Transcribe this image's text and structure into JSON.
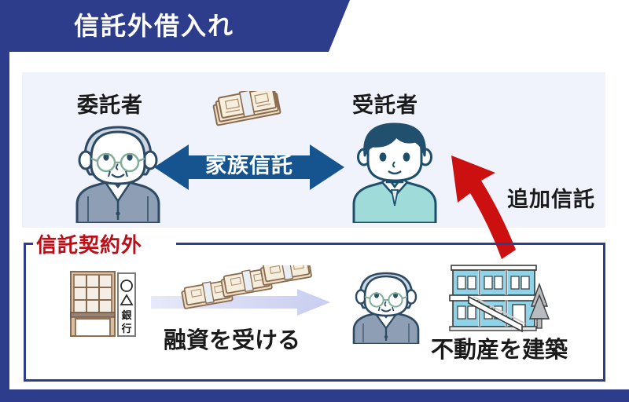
{
  "title_banner": {
    "text": "信託外借入れ",
    "bg_color": "#2e3d8b",
    "text_color": "#ffffff"
  },
  "colors": {
    "navy": "#2e3d8b",
    "panel_lavender": "#f0f2fc",
    "arrow_blue": "#15548f",
    "arrow_red": "#cc1010",
    "label_red": "#b90f18",
    "money_tan": "#e8dcc4",
    "building_cyan": "#8fd3e8"
  },
  "upper_section": {
    "settlor_label": "委託者",
    "trustee_label": "受託者",
    "trust_arrow_label": "家族信託",
    "additional_trust_label": "追加信託",
    "settlor_icon": "elderly-man-icon",
    "trustee_icon": "young-man-icon",
    "money_icon": "money-bundle-icon",
    "arrow_icon": "double-headed-arrow-icon",
    "red_arrow_icon": "curved-red-arrow-icon"
  },
  "lower_section": {
    "box_label": "信託契約外",
    "bank_sign_text": "○△銀行",
    "bank_icon": "bank-building-icon",
    "money_icon": "money-bundles-icon",
    "flow_arrow_icon": "right-gradient-arrow-icon",
    "loan_label": "融資を受ける",
    "owner_icon": "elderly-man-icon",
    "apartment_icon": "apartment-building-icon",
    "build_label": "不動産を建築"
  }
}
